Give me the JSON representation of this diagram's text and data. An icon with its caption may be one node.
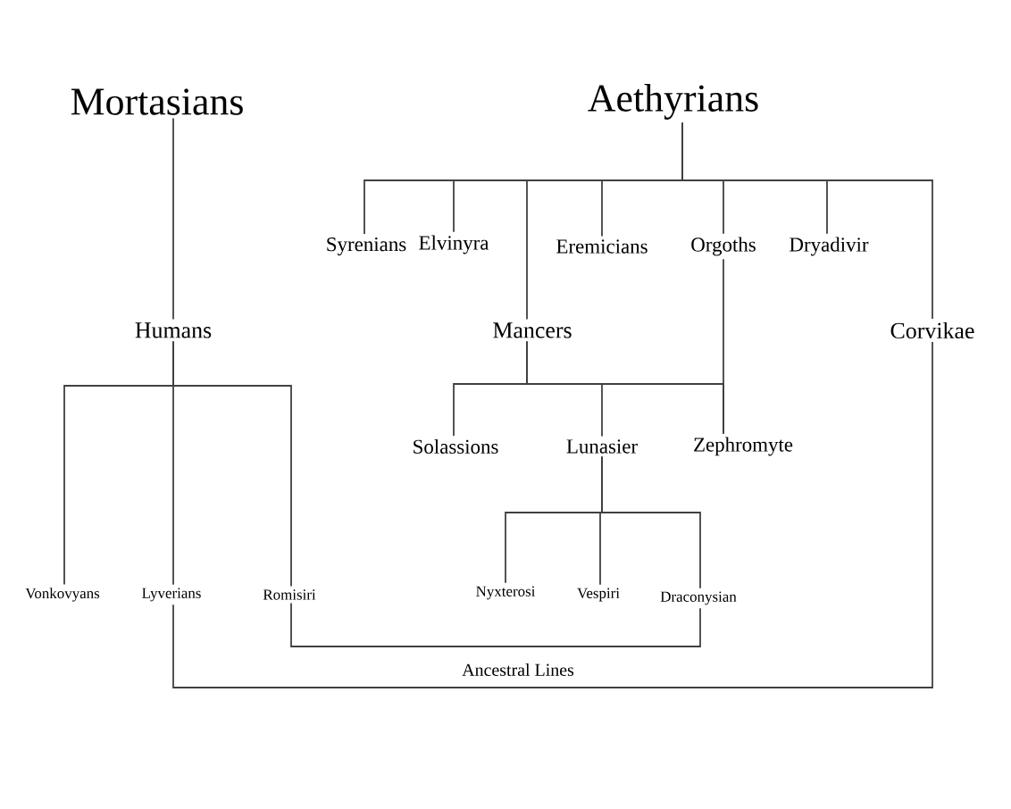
{
  "diagram": {
    "nodes": [
      {
        "text": [
          "Mortasians"
        ]
      },
      {
        "text": [
          "Aethyrians"
        ]
      },
      {
        "text": [
          "Syrenians"
        ]
      },
      {
        "text": [
          "Elvinyra"
        ]
      },
      {
        "text": [
          "Eremicians"
        ]
      },
      {
        "text": [
          "Orgoths"
        ]
      },
      {
        "text": [
          "Dryadivir"
        ]
      },
      {
        "text": [
          "Humans"
        ]
      },
      {
        "text": [
          "Mancers"
        ]
      },
      {
        "text": [
          "Corvikae"
        ]
      },
      {
        "text": [
          "Solassions"
        ]
      },
      {
        "text": [
          "Lunasier"
        ]
      },
      {
        "text": [
          "Zephromyte"
        ]
      },
      {
        "text": [
          "Vonkovyans"
        ]
      },
      {
        "text": [
          "Lyverians"
        ]
      },
      {
        "text": [
          "Romisiri"
        ]
      },
      {
        "text": [
          "Nyxterosi"
        ]
      },
      {
        "text": [
          "Vespiri"
        ]
      },
      {
        "text": [
          "Draconysian"
        ]
      }
    ],
    "edges": [
      {
        "from": 1,
        "to": 2,
        "arrow": "none"
      },
      {
        "from": 1,
        "to": 3,
        "arrow": "none"
      },
      {
        "from": 1,
        "to": 8,
        "arrow": "none"
      },
      {
        "from": 1,
        "to": 4,
        "arrow": "none"
      },
      {
        "from": 1,
        "to": 5,
        "arrow": "none"
      },
      {
        "from": 1,
        "to": 6,
        "arrow": "none"
      },
      {
        "from": 1,
        "to": 9,
        "arrow": "none"
      },
      {
        "from": 0,
        "to": 7,
        "arrow": "none"
      },
      {
        "from": 7,
        "to": 13,
        "arrow": "none"
      },
      {
        "from": 7,
        "to": 14,
        "arrow": "none"
      },
      {
        "from": 7,
        "to": 15,
        "arrow": "none"
      },
      {
        "from": 8,
        "to": 10,
        "arrow": "none"
      },
      {
        "from": 8,
        "to": 11,
        "arrow": "none"
      },
      {
        "from": 8,
        "to": 12,
        "arrow": "none"
      },
      {
        "from": 5,
        "to": 12,
        "arrow": "none"
      },
      {
        "from": 11,
        "to": 16,
        "arrow": "none"
      },
      {
        "from": 11,
        "to": 17,
        "arrow": "none"
      },
      {
        "from": 11,
        "to": 18,
        "arrow": "none"
      },
      {
        "from": 15,
        "to": 18,
        "arrow": "none"
      },
      {
        "from": 14,
        "to": 9,
        "arrow": "none"
      }
    ],
    "labels": [
      "Ancestral Lines"
    ]
  }
}
